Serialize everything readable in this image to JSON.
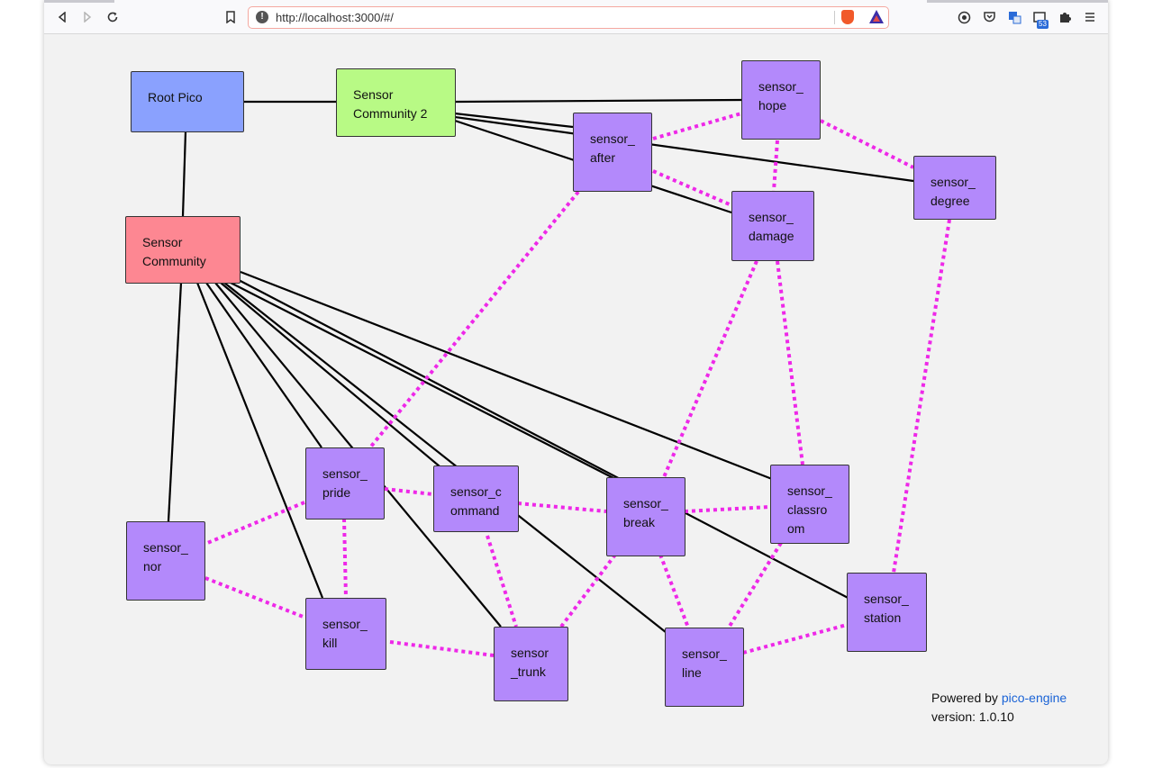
{
  "browser": {
    "url": "http://localhost:3000/#/",
    "extension_badge": "53",
    "icons": [
      "back-icon",
      "forward-icon",
      "reload-icon",
      "bookmark-icon",
      "info-icon",
      "brave-icon",
      "aurora-icon",
      "privacy-icon",
      "pocket-icon",
      "translate-icon",
      "extension-badge-icon",
      "extensions-icon",
      "menu-icon"
    ]
  },
  "colors": {
    "root": "#8aa1fe",
    "community2": "#b8fa85",
    "community": "#fd8792",
    "sensor": "#b389fb",
    "subscription_edge": "#ee28e8",
    "parent_edge": "#000000"
  },
  "picos": {
    "root": {
      "lines": [
        "Root Pico"
      ]
    },
    "community2": {
      "lines": [
        "Sensor",
        "Community 2"
      ]
    },
    "community": {
      "lines": [
        "Sensor",
        "Community"
      ]
    },
    "hope": {
      "lines": [
        "sensor_",
        "hope"
      ]
    },
    "after": {
      "lines": [
        "sensor_",
        "after"
      ]
    },
    "degree": {
      "lines": [
        "sensor_",
        "degree"
      ]
    },
    "damage": {
      "lines": [
        "sensor_",
        "damage"
      ]
    },
    "pride": {
      "lines": [
        "sensor_",
        "pride"
      ]
    },
    "command": {
      "lines": [
        "sensor_c",
        "ommand"
      ]
    },
    "break": {
      "lines": [
        "sensor_",
        "break"
      ]
    },
    "classroom": {
      "lines": [
        "sensor_",
        "classro",
        "om"
      ]
    },
    "nor": {
      "lines": [
        "sensor_",
        "nor"
      ]
    },
    "kill": {
      "lines": [
        "sensor_",
        "kill"
      ]
    },
    "trunk": {
      "lines": [
        "sensor",
        "_trunk"
      ]
    },
    "line": {
      "lines": [
        "sensor_",
        "line"
      ]
    },
    "station": {
      "lines": [
        "sensor_",
        "station"
      ]
    }
  },
  "footer": {
    "powered_by": "Powered by",
    "link_text": "pico-engine",
    "version": "version: 1.0.10"
  }
}
